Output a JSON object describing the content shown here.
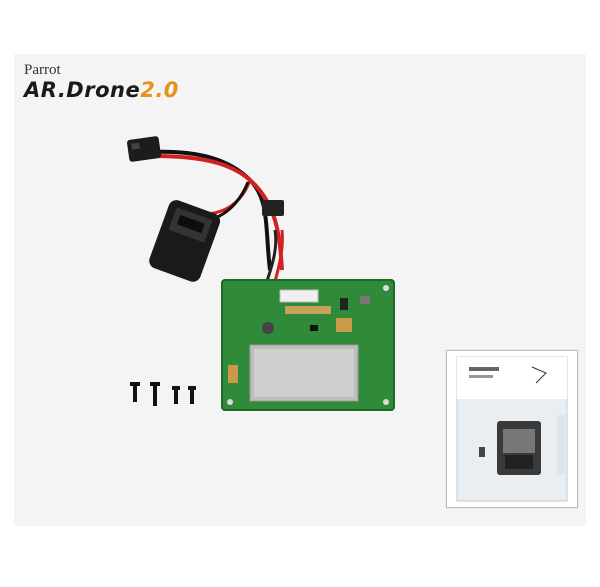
{
  "brand": {
    "maker": "Parrot",
    "product_main": "AR.Drone",
    "product_version": "2.0"
  },
  "colors": {
    "accent": "#e8911c",
    "pcb_green": "#2f8a3a",
    "cable_red": "#d32020"
  },
  "scene": {
    "main_image": "pcb-board-with-usb-cable",
    "screws": 4,
    "inset_image": "retail-package"
  }
}
